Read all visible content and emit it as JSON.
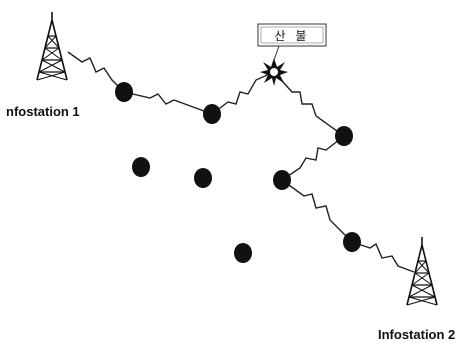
{
  "stations": {
    "station1": {
      "label": "nfostation 1"
    },
    "station2": {
      "label": "Infostation 2"
    }
  },
  "fire": {
    "label": "산 불"
  },
  "colors": {
    "node": "#111111",
    "link": "#222222",
    "fire": "#111111",
    "background": "#ffffff"
  },
  "icons": {
    "tower": "radio-tower-icon",
    "fire": "fire-burst-icon"
  }
}
